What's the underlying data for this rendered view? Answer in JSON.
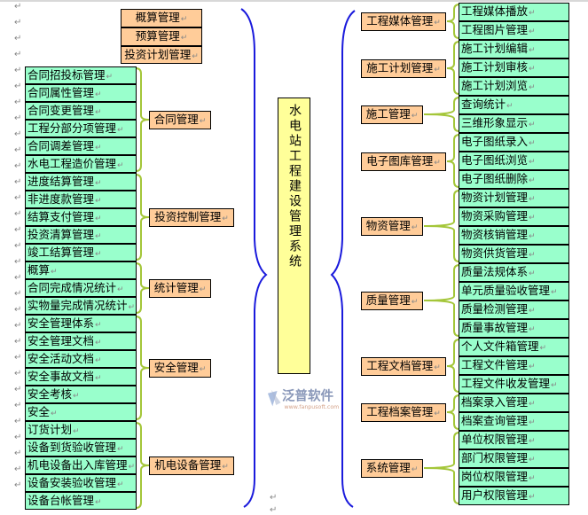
{
  "title": "水电站工程建设管理系统",
  "colors": {
    "module": "#ffcc99",
    "function": "#99ffcc",
    "center": "#ffff99",
    "brace_main": "#1a1adc",
    "brace_sub": "#a4c639"
  },
  "left": {
    "top_items": [
      "概算管理",
      "预算管理",
      "投资计划管理"
    ],
    "groups": [
      {
        "label": "合同管理",
        "items": [
          "合同招投标管理",
          "合同属性管理",
          "合同变更管理",
          "工程分部分项管理",
          "合同调差管理",
          "水电工程造价管理"
        ]
      },
      {
        "label": "投资控制管理",
        "items": [
          "进度结算管理",
          "非进度款管理",
          "结算支付管理",
          "投资清算管理",
          "竣工结算管理"
        ]
      },
      {
        "label": "统计管理",
        "items": [
          "概算",
          "合同完成情况统计",
          "实物量完成情况统计"
        ]
      },
      {
        "label": "安全管理",
        "items": [
          "安全管理体系",
          "安全管理文档",
          "安全活动文档",
          "安全事故文档",
          "安全考核",
          "安全"
        ]
      },
      {
        "label": "机电设备管理",
        "items": [
          "订货计划",
          "设备到货验收管理",
          "机电设备出入库管理",
          "设备安装验收管理",
          "设备台帐管理"
        ]
      }
    ]
  },
  "right": {
    "groups": [
      {
        "label": "工程媒体管理",
        "items": [
          "工程媒体播放",
          "工程图片管理"
        ]
      },
      {
        "label": "施工计划管理",
        "items": [
          "施工计划编辑",
          "施工计划审核",
          "施工计划浏览"
        ]
      },
      {
        "label": "施工管理",
        "items": [
          "查询统计",
          "三维形象显示"
        ]
      },
      {
        "label": "电子图库管理",
        "items": [
          "电子图纸录入",
          "电子图纸浏览",
          "电子图纸删除"
        ]
      },
      {
        "label": "物资管理",
        "items": [
          "物资计划管理",
          "物资采购管理",
          "物资核销管理",
          "物资供货管理"
        ]
      },
      {
        "label": "质量管理",
        "items": [
          "质量法规体系",
          "单元质量验收管理",
          "质量检测管理",
          "质量事故管理"
        ]
      },
      {
        "label": "工程文档管理",
        "items": [
          "个人文件箱管理",
          "工程文件管理",
          "工程文件收发管理"
        ]
      },
      {
        "label": "工程档案管理",
        "items": [
          "档案录入管理",
          "档案查询管理"
        ]
      },
      {
        "label": "系统管理",
        "items": [
          "单位权限管理",
          "部门权限管理",
          "岗位权限管理",
          "用户权限管理"
        ]
      }
    ]
  },
  "watermark": {
    "brand": "泛普软件",
    "url": "www.fanpusoft.com"
  }
}
